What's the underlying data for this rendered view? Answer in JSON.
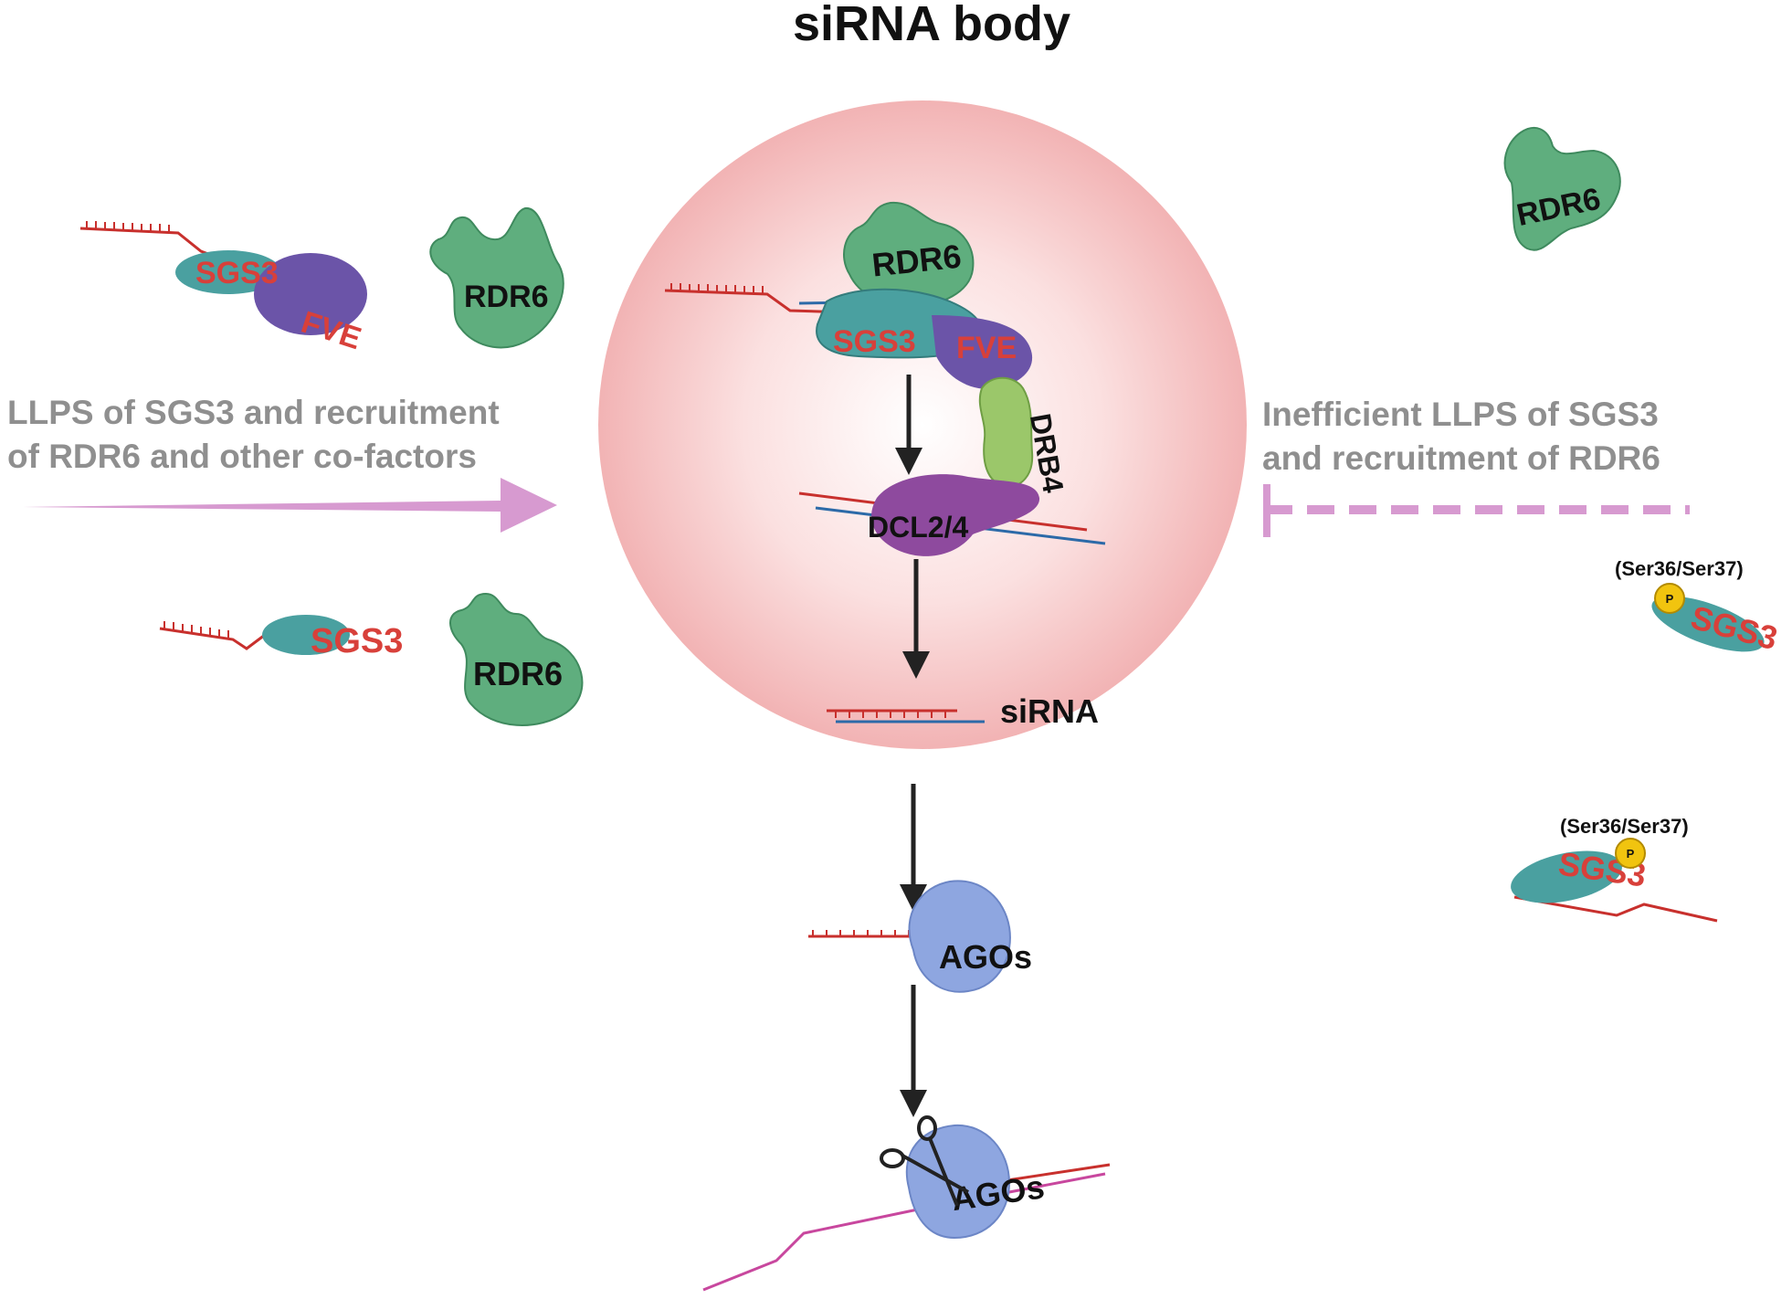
{
  "title": "siRNA body",
  "left_caption": {
    "line1": "LLPS of SGS3 and recruitment",
    "line2": "of RDR6 and other co-factors"
  },
  "right_caption": {
    "line1": "Inefficient LLPS of SGS3",
    "line2": "and recruitment of RDR6"
  },
  "labels": {
    "sgs3": "SGS3",
    "fve": "FVE",
    "rdr6": "RDR6",
    "drb4": "DRB4",
    "dcl": "DCL2/4",
    "sirna": "siRNA",
    "agos": "AGOs",
    "phospho_site": "(Ser36/Ser37)",
    "p": "P"
  },
  "colors": {
    "droplet": "#f2b7b8",
    "rdr6_green": "#5fae7e",
    "sgs3_teal": "#4aa0a0",
    "fve_purple": "#6b54a8",
    "drb4_green": "#9bc76a",
    "dcl_purple": "#8e4a9e",
    "ago_blue": "#8ea6e0",
    "rna_red": "#c8302d",
    "rna_blue": "#2c6aa8",
    "pink_arrow": "#d79ad0",
    "phospho_yellow": "#f1c40f"
  }
}
